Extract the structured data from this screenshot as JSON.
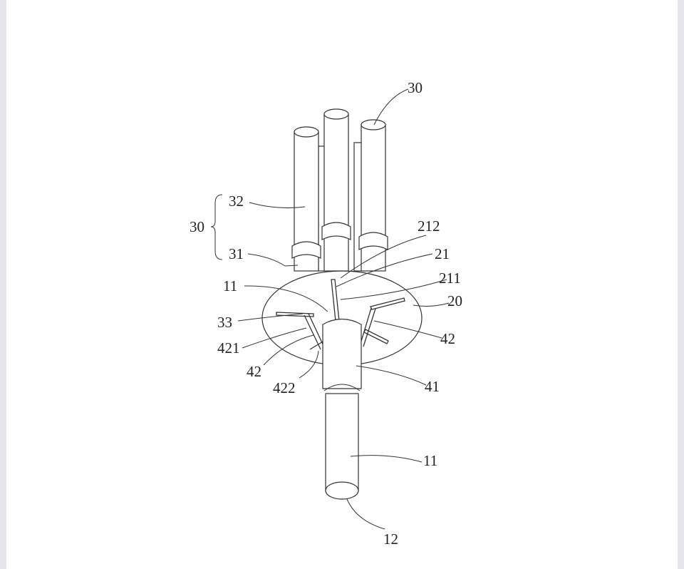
{
  "figure": {
    "labels": [
      "30",
      "32",
      "30",
      "31",
      "212",
      "21",
      "211",
      "11",
      "20",
      "33",
      "42",
      "421",
      "42",
      "41",
      "422",
      "11",
      "12"
    ]
  }
}
